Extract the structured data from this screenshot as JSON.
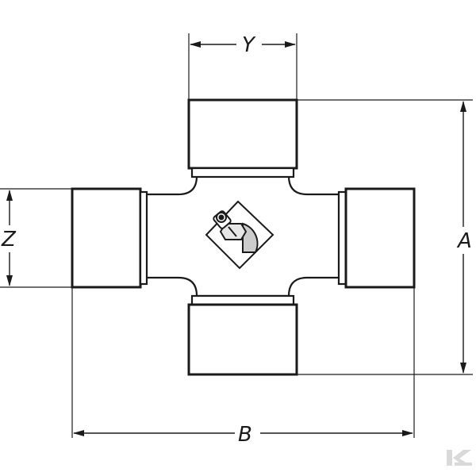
{
  "labels": {
    "y": "Y",
    "z": "Z",
    "a": "A",
    "b": "B"
  },
  "colors": {
    "line": "#1a1a1a",
    "background": "#ffffff",
    "watermark": "#d9d9d9"
  },
  "icons": {
    "grease_nipple": "grease-nipple-icon",
    "watermark": "brand-logo-icon"
  }
}
